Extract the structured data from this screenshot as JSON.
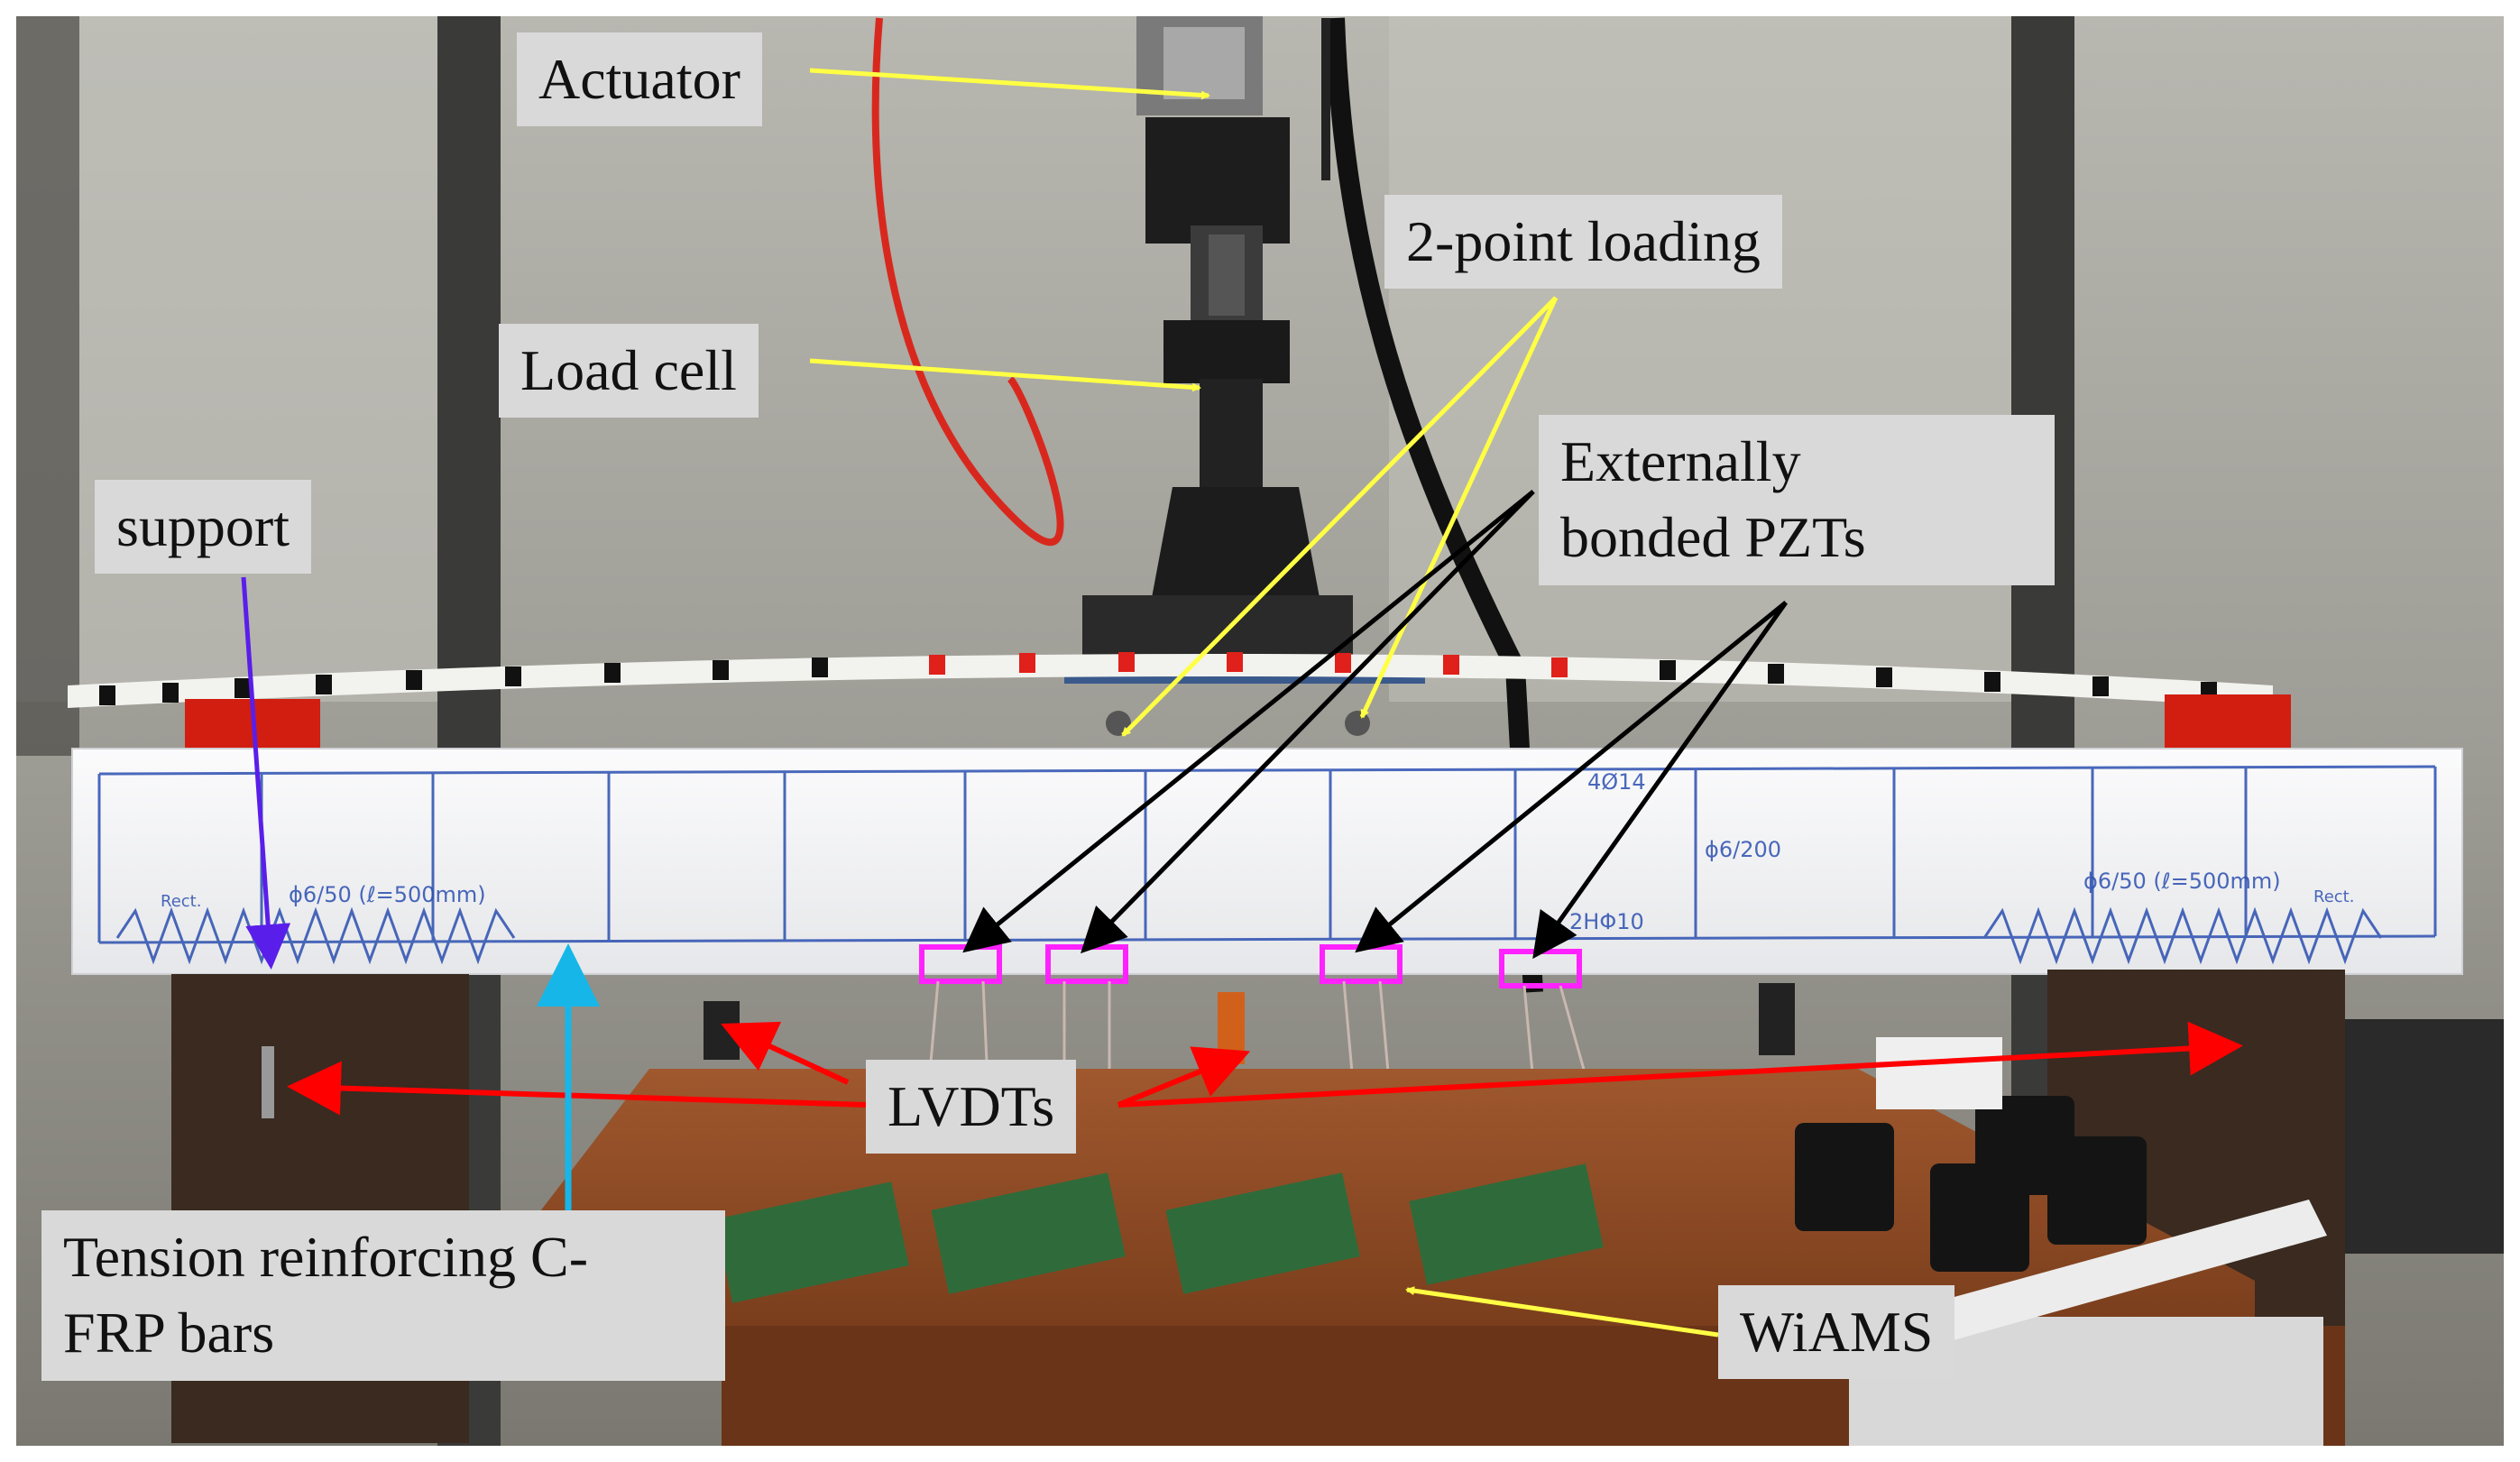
{
  "labels": {
    "actuator": "Actuator",
    "two_point_loading": "2-point loading",
    "load_cell": "Load cell",
    "support": "support",
    "externally_bonded_line1": "Externally",
    "externally_bonded_line2": "bonded PZTs",
    "lvdts": "LVDTs",
    "tension_line1": "Tension reinforcing C-",
    "tension_line2": "FRP bars",
    "wiams": "WiAMS"
  },
  "beam_annotations": {
    "left_stirrups": "ϕ6/50 (ℓ=500mm)",
    "top_bars": "4Ø14",
    "mid_stirrups": "ϕ6/200",
    "right_stirrups": "ϕ6/50 (ℓ=500mm)",
    "bottom_bars": "2HΦ10",
    "rect_left": "Rect.",
    "rect_right": "Rect."
  },
  "colors": {
    "label_bg": "#d9d9d9",
    "yellow_arrow": "#ffff44",
    "black_arrow": "#000000",
    "red_arrow": "#ff0000",
    "purple_arrow": "#5a1eea",
    "cyan_arrow": "#17b6e8",
    "pzt_box": "#ff22ff",
    "beam": "#f5f6f8",
    "rebar_sketch": "#2b4fb0"
  }
}
